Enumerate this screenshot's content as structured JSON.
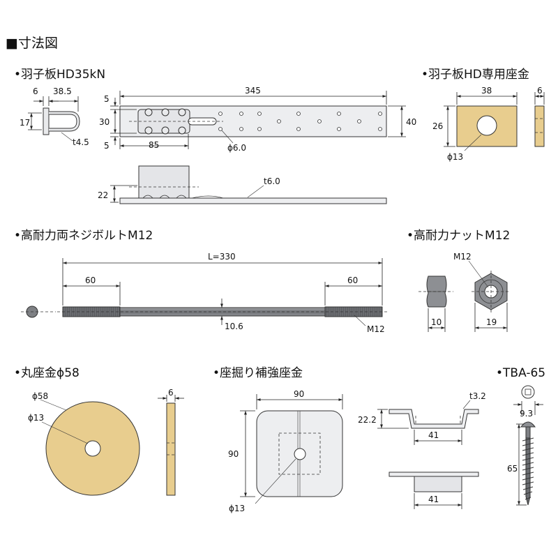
{
  "header": {
    "title": "■寸法図"
  },
  "colors": {
    "brass": "#E8CD8E",
    "steel": "#EDEEF0",
    "rod": "#7E8084",
    "nut": "#8D8F93",
    "ink": "#222222"
  },
  "sections": {
    "hanegoita": {
      "title": "•羽子板HD35kN",
      "dims": {
        "side_w": "6",
        "side_len": "38.5",
        "side_h": "17",
        "side_t": "t4.5",
        "len": "345",
        "top_margin": "5",
        "slot_w": "30",
        "bot_margin": "5",
        "slot_len": "85",
        "hole": "ϕ6.0",
        "width": "40",
        "height": "22",
        "thick": "t6.0"
      }
    },
    "washer_hd": {
      "title": "•羽子板HD専用座金",
      "dims": {
        "w": "38",
        "t": "6",
        "h": "26",
        "hole": "ϕ13"
      }
    },
    "bolt": {
      "title": "•高耐力両ネジボルトM12",
      "dims": {
        "len": "L=330",
        "thread_left": "60",
        "thread_right": "60",
        "dia": "10.6",
        "spec": "M12"
      }
    },
    "nut": {
      "title": "•高耐力ナットM12",
      "dims": {
        "spec": "M12",
        "h": "10",
        "w": "19"
      }
    },
    "round_washer": {
      "title": "•丸座金ϕ58",
      "dims": {
        "outer": "ϕ58",
        "hole": "ϕ13",
        "t": "6"
      }
    },
    "reinforce": {
      "title": "•座掘り補強座金",
      "dims": {
        "w": "90",
        "h": "90",
        "hole": "ϕ13",
        "t": "t3.2",
        "depth": "22.2",
        "inner_top": "41",
        "inner_bottom": "41"
      }
    },
    "screw": {
      "title": "•TBA-65",
      "dims": {
        "head": "9.3",
        "len": "65"
      }
    }
  }
}
